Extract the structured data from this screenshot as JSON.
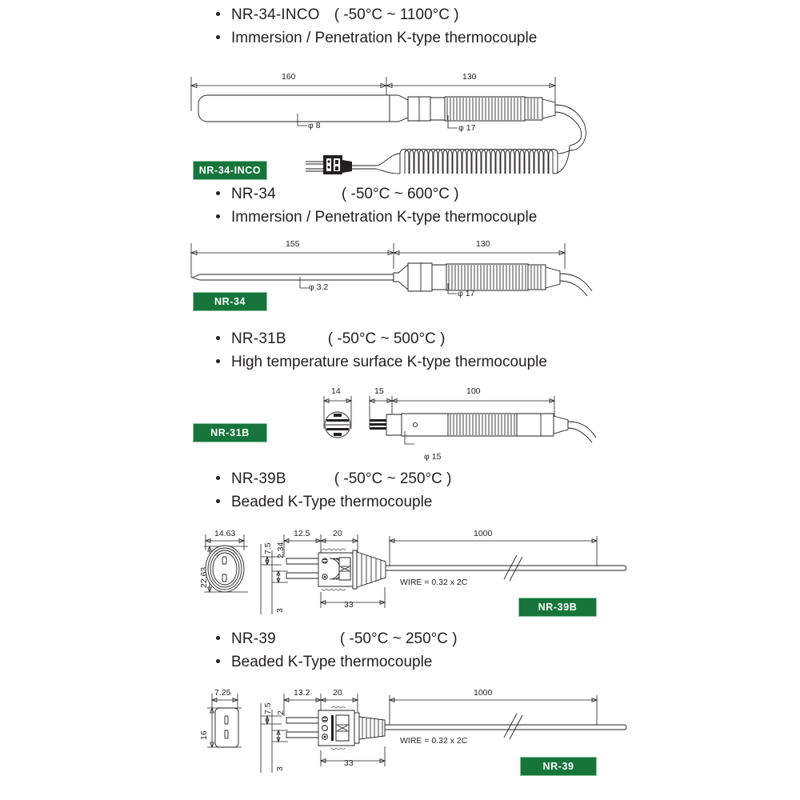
{
  "products": [
    {
      "id": "nr-34-inco",
      "model": "NR-34-INCO",
      "range": "( -50°C ~ 1100°C )",
      "description": "Immersion / Penetration K-type thermocouple",
      "badge": "NR-34-INCO",
      "dimensions": {
        "length_probe": "160",
        "length_handle": "130",
        "dia_probe": "φ 8",
        "dia_handle": "φ 17"
      }
    },
    {
      "id": "nr-34",
      "model": "NR-34",
      "range": "( -50°C ~ 600°C )",
      "description": "Immersion / Penetration K-type thermocouple",
      "badge": "NR-34",
      "dimensions": {
        "length_probe": "155",
        "length_handle": "130",
        "dia_probe": "φ 3.2",
        "dia_handle": "φ 17"
      }
    },
    {
      "id": "nr-31b",
      "model": "NR-31B",
      "range": "( -50°C ~ 500°C )",
      "description": "High temperature surface K-type thermocouple",
      "badge": "NR-31B",
      "dimensions": {
        "head_width": "14",
        "tip_length": "15",
        "body_length": "100",
        "dia_body": "φ 15"
      }
    },
    {
      "id": "nr-39b",
      "model": "NR-39B",
      "range": "( -50°C ~ 250°C )",
      "description": "Beaded K-Type thermocouple",
      "badge": "NR-39B",
      "dimensions": {
        "face_width": "14.63",
        "face_height": "22.63",
        "pin_gap_top": "7.5",
        "pin_dia": "2.34",
        "pin_gap_bottom": "3",
        "pin_length": "12.5",
        "plug_length": "20",
        "plug_total": "33",
        "wire_length": "1000",
        "wire_spec": "WIRE = 0.32 x 2C"
      }
    },
    {
      "id": "nr-39",
      "model": "NR-39",
      "range": "( -50°C ~ 250°C )",
      "description": "Beaded K-Type thermocouple",
      "badge": "NR-39",
      "dimensions": {
        "face_width": "7.25",
        "face_height": "16",
        "pin_gap_top": "7.5",
        "pin_dia": "2",
        "pin_gap_bottom": "3",
        "pin_length": "13.2",
        "plug_length": "20",
        "plug_total": "33",
        "wire_length": "1000",
        "wire_spec": "WIRE = 0.32 x 2C"
      }
    }
  ],
  "colors": {
    "badge_bg": "#17753c",
    "badge_border": "#8dc49f",
    "ink": "#231f20"
  }
}
